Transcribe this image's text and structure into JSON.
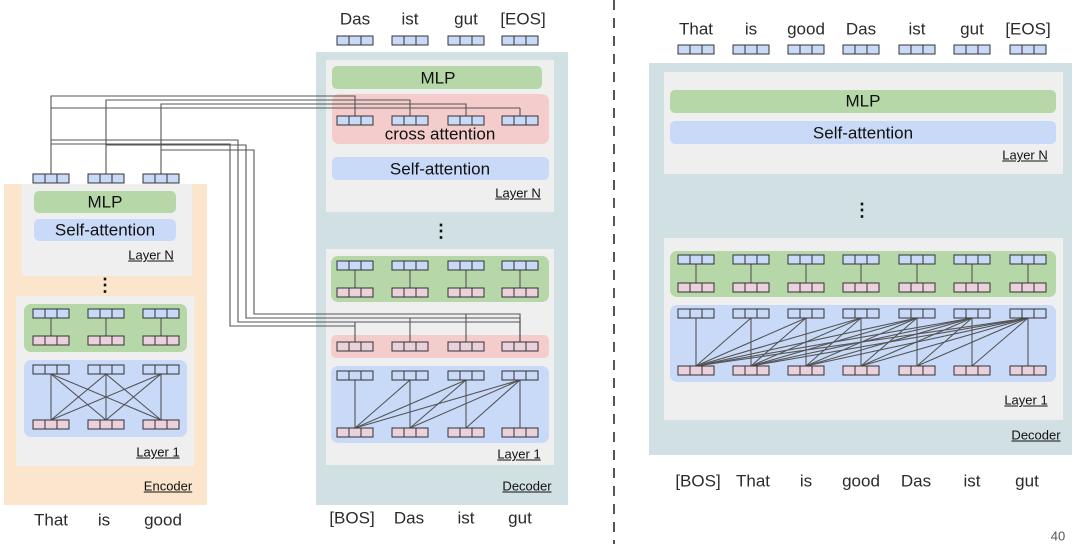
{
  "encoder": {
    "label": "Encoder",
    "mlp_label": "MLP",
    "self_attention_label": "Self-attention",
    "layer_n_label": "Layer N",
    "layer_1_label": "Layer 1",
    "ellipsis": "⋮",
    "input_tokens": [
      "That",
      "is",
      "good"
    ]
  },
  "decoder_left": {
    "label": "Decoder",
    "output_tokens": [
      "Das",
      "ist",
      "gut",
      "[EOS]"
    ],
    "mlp_label": "MLP",
    "cross_attention_label": "cross attention",
    "self_attention_label": "Self-attention",
    "layer_n_label": "Layer N",
    "layer_1_label": "Layer 1",
    "ellipsis": "⋮",
    "input_tokens": [
      "[BOS]",
      "Das",
      "ist",
      "gut"
    ]
  },
  "decoder_right": {
    "label": "Decoder",
    "output_tokens": [
      "That",
      "is",
      "good",
      "Das",
      "ist",
      "gut",
      "[EOS]"
    ],
    "mlp_label": "MLP",
    "self_attention_label": "Self-attention",
    "layer_n_label": "Layer N",
    "layer_1_label": "Layer 1",
    "ellipsis": "⋮",
    "input_tokens": [
      "[BOS]",
      "That",
      "is",
      "good",
      "Das",
      "ist",
      "gut"
    ]
  },
  "page_number": "40",
  "colors": {
    "encoder_bg": "#fce5cd",
    "decoder_bg": "#d0e0e3",
    "layer_bg": "#efefef",
    "mlp": "#b6d7a8",
    "self_attention": "#c9daf8",
    "cross_attention": "#f4cccc",
    "token_blue": "#c9daf8",
    "token_pink": "#ead1dc",
    "divider": "#555555"
  }
}
